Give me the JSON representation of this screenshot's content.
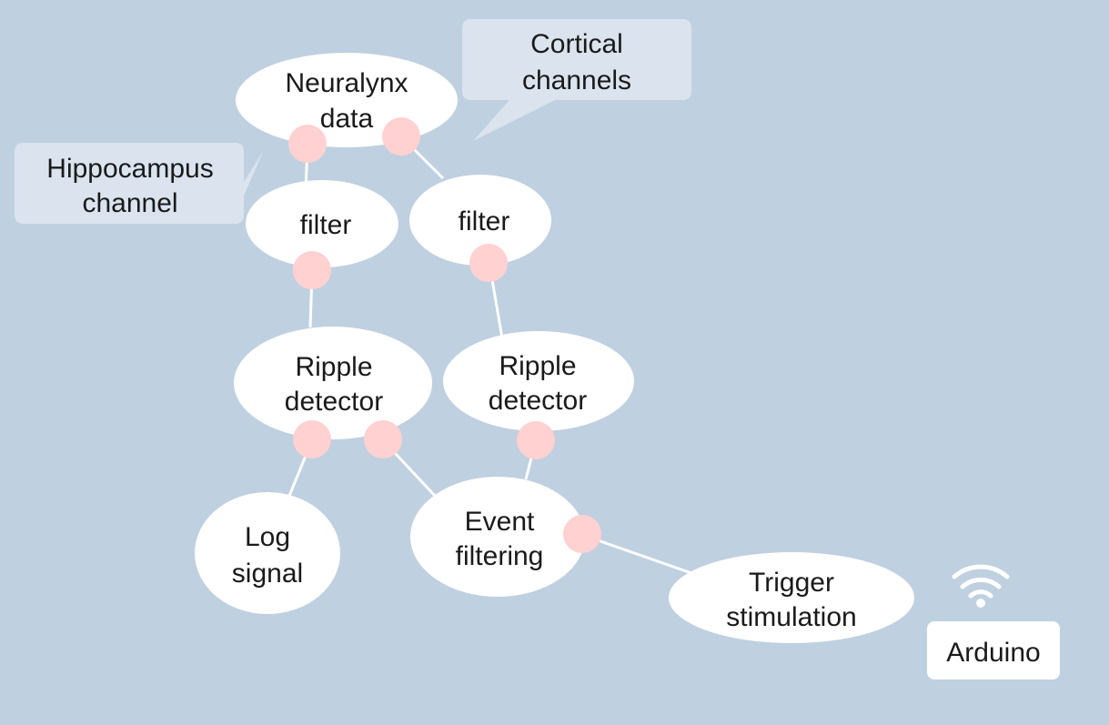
{
  "colors": {
    "background": "#bfd0e0",
    "node_fill": "#ffffff",
    "port_fill": "#ffd1d1",
    "edge": "#ffffff",
    "callout_fill": "#dbe4ee",
    "text": "#1a1a1a"
  },
  "nodes": {
    "neuralynx": [
      "Neuralynx",
      "data"
    ],
    "filter_left": [
      "filter"
    ],
    "filter_right": [
      "filter"
    ],
    "ripple_left": [
      "Ripple",
      "detector"
    ],
    "ripple_right": [
      "Ripple",
      "detector"
    ],
    "log_signal": [
      "Log",
      "signal"
    ],
    "event_filtering": [
      "Event",
      "filtering"
    ],
    "trigger": [
      "Trigger",
      "stimulation"
    ]
  },
  "callouts": {
    "cortical": [
      "Cortical",
      "channels"
    ],
    "hippocampus": [
      "Hippocampus",
      "channel"
    ]
  },
  "device": {
    "label": "Arduino",
    "icon": "wifi-icon"
  }
}
